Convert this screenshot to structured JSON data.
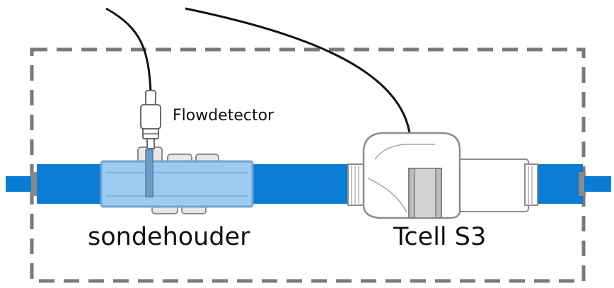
{
  "labels": {
    "flow_detector": "Flowdetector",
    "probe_holder": "sondehouder",
    "sensor_cell": "Tcell S3"
  },
  "colors": {
    "pipe": "#0a7cd4",
    "pipe_dark": "#06609f",
    "holder": "#9ccaf0",
    "dashed_border": "#7a7a7a",
    "cable": "#111111",
    "device_outline": "#8c8c8c",
    "device_fill": "#ffffff",
    "device_band": "#bdbdbd"
  }
}
